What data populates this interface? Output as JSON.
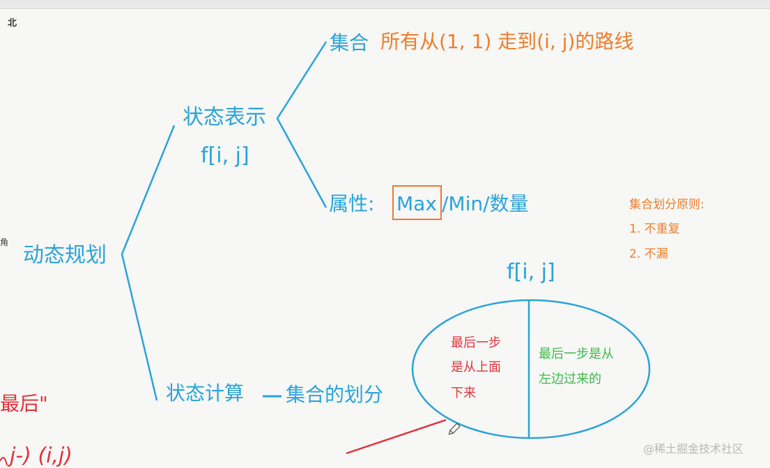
{
  "root": "动态规划",
  "state_repr": {
    "label": "状态表示",
    "formula": "f[i, j]"
  },
  "set": {
    "label": "集合",
    "desc": "所有从(1, 1) 走到(i, j)的路线"
  },
  "attr": {
    "label": "属性:",
    "highlight": "Max",
    "rest": "/Min/数量"
  },
  "state_calc": {
    "label": "状态计算",
    "dash": "—",
    "desc": "集合的划分"
  },
  "partition_title": "f[i, j]",
  "ellipse": {
    "left_lines": [
      "最后一步",
      "是从上面",
      "下来"
    ],
    "right_lines": [
      "最后一步是从",
      "左边过来的"
    ]
  },
  "principles": {
    "title": "集合划分原则:",
    "items": [
      "1. 不重复",
      "2. 不漏"
    ]
  },
  "edge_fragments": {
    "top_left": "北",
    "mid_left": "角",
    "bottom_left": "最后\"",
    "bottom_formula": "j-) (i,j)"
  },
  "watermark": "@稀土掘金技术社区",
  "colors": {
    "blue": "#2aa3d8",
    "orange": "#f07d2c",
    "red": "#e0333a",
    "green": "#3db94a"
  },
  "icons": [
    "pencil-icon"
  ]
}
